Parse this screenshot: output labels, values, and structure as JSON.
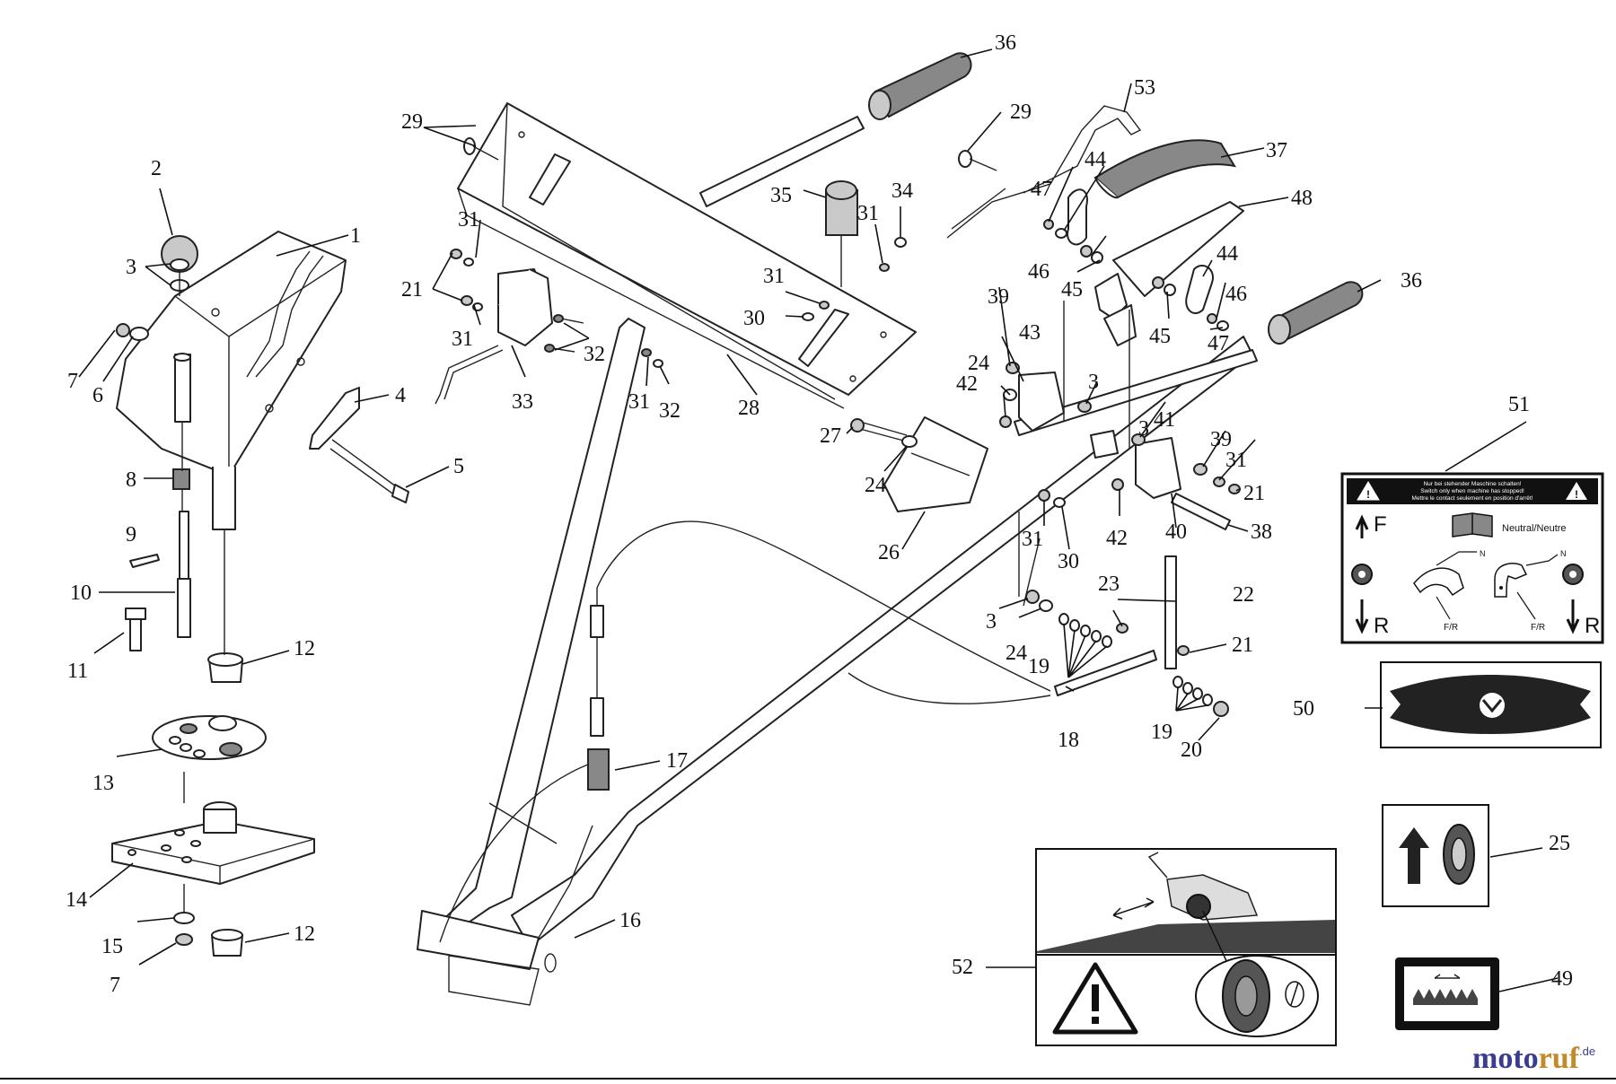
{
  "callouts": [
    "1",
    "2",
    "3",
    "4",
    "5",
    "6",
    "7",
    "8",
    "9",
    "10",
    "11",
    "12",
    "13",
    "14",
    "15",
    "16",
    "17",
    "18",
    "19",
    "20",
    "21",
    "22",
    "23",
    "24",
    "25",
    "26",
    "27",
    "28",
    "29",
    "30",
    "31",
    "32",
    "33",
    "34",
    "35",
    "36",
    "37",
    "38",
    "39",
    "40",
    "41",
    "42",
    "43",
    "44",
    "45",
    "46",
    "47",
    "48",
    "49",
    "50",
    "51",
    "52",
    "53"
  ],
  "label_51": {
    "header_line1": "Nur bei stehender Maschine schalten!",
    "header_line2": "Switch only when machine has stopped!",
    "header_line3": "Mettre le contact seulement en position d'arrêt!",
    "forward": "F",
    "reverse": "R",
    "neutral": "Neutral/Neutre",
    "n_left": "N",
    "n_right": "N",
    "fr_left": "F/R",
    "fr_right": "F/R"
  },
  "watermark": {
    "part1": "moto",
    "part2": "ruf",
    "suffix": ".de"
  }
}
